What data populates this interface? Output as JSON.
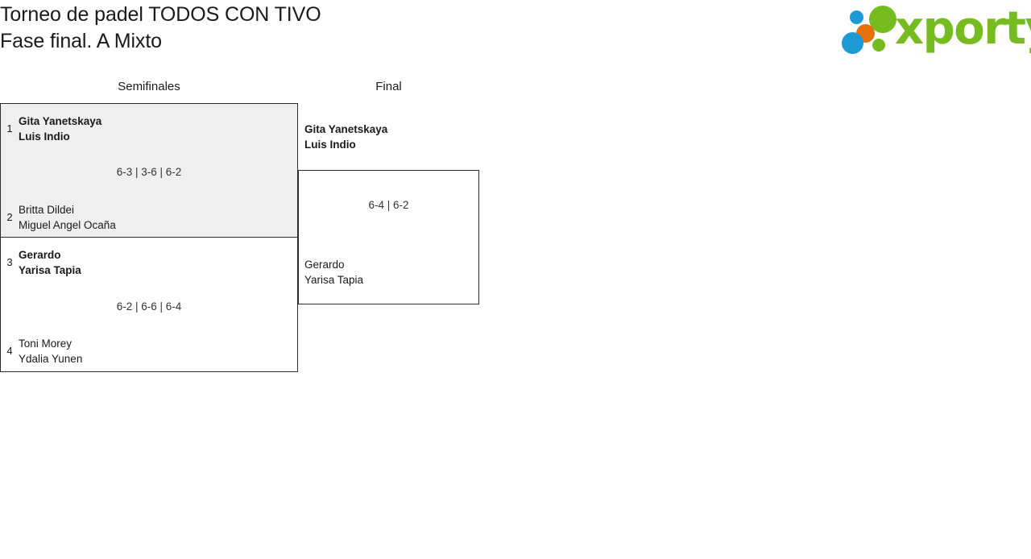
{
  "header": {
    "title_line_1": "Torneo de padel TODOS CON TIVO",
    "title_line_2": "Fase final. A Mixto",
    "logo_text": "xporty",
    "logo_colors": {
      "green": "#76bc21",
      "blue": "#1b9ad6",
      "orange": "#e8700a"
    }
  },
  "bracket": {
    "rounds": [
      {
        "label": "Semifinales"
      },
      {
        "label": "Final"
      }
    ],
    "semifinals": [
      {
        "highlighted": true,
        "score": "6-3 | 3-6 | 6-2",
        "teams": [
          {
            "seed": "1",
            "player_1": "Gita Yanetskaya",
            "player_2": "Luis Indio",
            "winner": true
          },
          {
            "seed": "2",
            "player_1": "Britta Dildei",
            "player_2": "Miguel Angel Ocaña",
            "winner": false
          }
        ]
      },
      {
        "highlighted": false,
        "score": "6-2 | 6-6 | 6-4",
        "teams": [
          {
            "seed": "3",
            "player_1": "Gerardo",
            "player_2": "Yarisa Tapia",
            "winner": true
          },
          {
            "seed": "4",
            "player_1": "Toni Morey",
            "player_2": "Ydalia Yunen",
            "winner": false
          }
        ]
      }
    ],
    "final": {
      "score": "6-4 | 6-2",
      "teams": [
        {
          "player_1": "Gita Yanetskaya",
          "player_2": "Luis Indio",
          "winner": true
        },
        {
          "player_1": "Gerardo",
          "player_2": "Yarisa Tapia",
          "winner": false
        }
      ]
    }
  }
}
